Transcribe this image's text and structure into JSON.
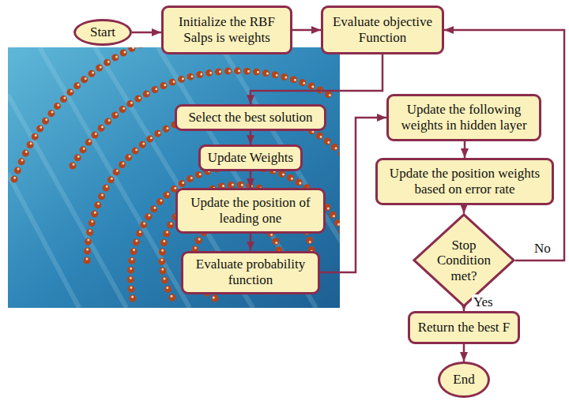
{
  "diagram": {
    "nodes": [
      {
        "text": [
          "Start"
        ]
      },
      {
        "text": [
          "Initialize the RBF Salps is weights"
        ]
      },
      {
        "text": [
          "Evaluate objective Function"
        ]
      },
      {
        "text": [
          "Select the best solution"
        ]
      },
      {
        "text": [
          "Update Weights"
        ]
      },
      {
        "text": [
          "Update the position of leading one"
        ]
      },
      {
        "text": [
          "Evaluate probability function"
        ]
      },
      {
        "text": [
          "Update the following weights in hidden layer"
        ]
      },
      {
        "text": [
          "Update the position weights based on error rate"
        ]
      },
      {
        "text": [
          "Stop Condition met?"
        ]
      },
      {
        "text": [
          "Return the best F"
        ]
      },
      {
        "text": [
          "End"
        ]
      }
    ],
    "edges": [
      {
        "from": 0,
        "to": 1,
        "arrow": "to"
      },
      {
        "from": 1,
        "to": 2,
        "arrow": "to"
      },
      {
        "from": 2,
        "to": 3,
        "arrow": "to"
      },
      {
        "from": 3,
        "to": 4,
        "arrow": "to"
      },
      {
        "from": 4,
        "to": 5,
        "arrow": "to"
      },
      {
        "from": 5,
        "to": 6,
        "arrow": "to"
      },
      {
        "from": 6,
        "to": 7,
        "arrow": "to"
      },
      {
        "from": 7,
        "to": 8,
        "arrow": "to"
      },
      {
        "from": 8,
        "to": 9,
        "arrow": "to"
      },
      {
        "from": 9,
        "to": 2,
        "label": "No",
        "arrow": "to"
      },
      {
        "from": 9,
        "to": 10,
        "label": "Yes",
        "arrow": "to"
      },
      {
        "from": 10,
        "to": 11,
        "arrow": "to"
      }
    ]
  }
}
